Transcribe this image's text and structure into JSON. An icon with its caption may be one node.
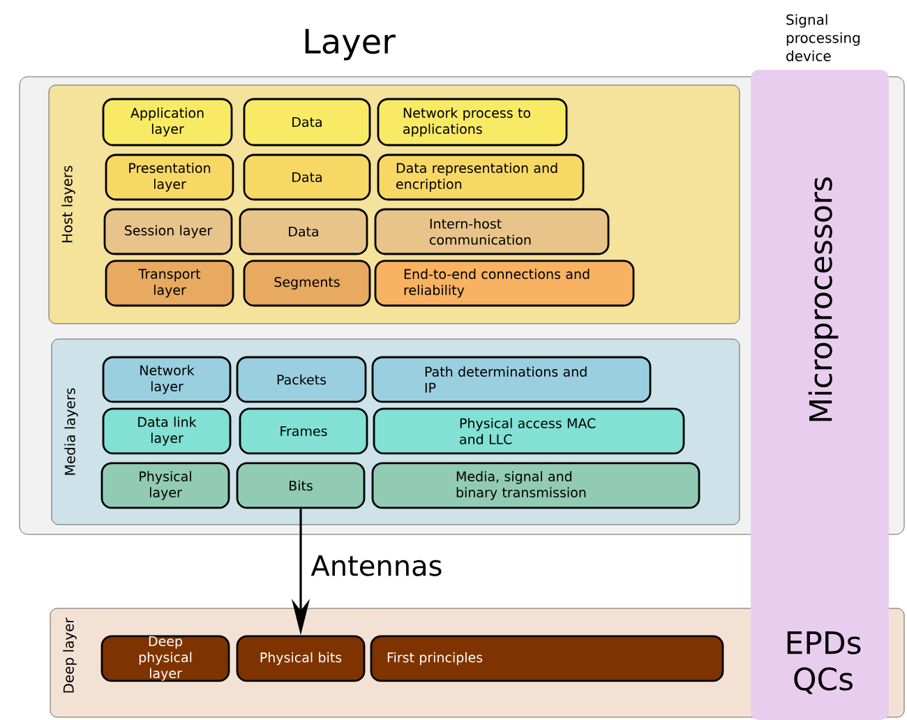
{
  "diagram": {
    "nodes": [
      {
        "text": [
          "Layer"
        ]
      },
      {
        "text": [
          "Host layers"
        ],
        "in": 0
      },
      {
        "text": [
          "Application layer"
        ],
        "in": 1
      },
      {
        "text": [
          "Data"
        ],
        "in": 1
      },
      {
        "text": [
          "Network process to applications"
        ],
        "in": 1
      },
      {
        "text": [
          "Presentation layer"
        ],
        "in": 1
      },
      {
        "text": [
          "Data"
        ],
        "in": 1
      },
      {
        "text": [
          "Data representation and encription"
        ],
        "in": 1
      },
      {
        "text": [
          "Session layer"
        ],
        "in": 1
      },
      {
        "text": [
          "Data"
        ],
        "in": 1
      },
      {
        "text": [
          "Intern-host communication"
        ],
        "in": 1
      },
      {
        "text": [
          "Transport layer"
        ],
        "in": 1
      },
      {
        "text": [
          "Segments"
        ],
        "in": 1
      },
      {
        "text": [
          "End-to-end connections and reliability"
        ],
        "in": 1
      },
      {
        "text": [
          "Media layers"
        ],
        "in": 0
      },
      {
        "text": [
          "Network layer"
        ],
        "in": 14
      },
      {
        "text": [
          "Packets"
        ],
        "in": 14
      },
      {
        "text": [
          "Path determinations and IP"
        ],
        "in": 14
      },
      {
        "text": [
          "Data link layer"
        ],
        "in": 14
      },
      {
        "text": [
          "Frames"
        ],
        "in": 14
      },
      {
        "text": [
          "Physical access MAC and LLC"
        ],
        "in": 14
      },
      {
        "text": [
          "Physical layer"
        ],
        "in": 14
      },
      {
        "text": [
          "Bits"
        ],
        "in": 14
      },
      {
        "text": [
          "Media, signal and binary transmission"
        ],
        "in": 14
      },
      {
        "text": [
          "Deep layer"
        ]
      },
      {
        "text": [
          "Deep physical layer"
        ],
        "in": 24
      },
      {
        "text": [
          "Physical bits"
        ],
        "in": 24
      },
      {
        "text": [
          "First principles"
        ],
        "in": 24
      },
      {
        "text": [
          "Signal processing device",
          "Microprocessors",
          "EPDs QCs"
        ]
      }
    ],
    "edges": [
      {
        "from": 22,
        "to": 26,
        "arrow": "to",
        "label": "Antennas"
      }
    ]
  }
}
